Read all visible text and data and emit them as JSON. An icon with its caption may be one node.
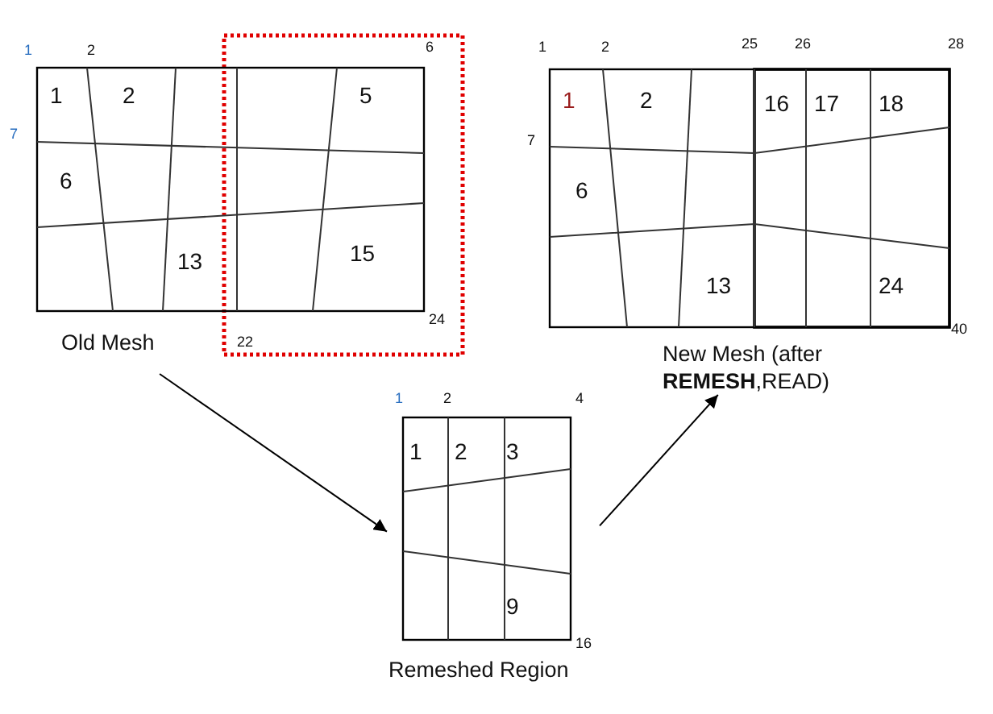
{
  "diagram": {
    "nodes": [
      {
        "text": [
          "Old Mesh",
          "1",
          "2",
          "5",
          "6",
          "13",
          "15"
        ],
        "beside": [
          "1",
          "2",
          "6",
          "7",
          "24",
          "22"
        ]
      },
      {
        "text": [
          "Remeshed Region",
          "1",
          "2",
          "3",
          "9"
        ],
        "beside": [
          "1",
          "2",
          "4",
          "16"
        ]
      },
      {
        "text": [
          "New Mesh (after **REMESH**,READ)",
          "1",
          "2",
          "16",
          "17",
          "18",
          "6",
          "13",
          "24"
        ],
        "beside": [
          "1",
          "2",
          "25",
          "26",
          "28",
          "7",
          "40"
        ]
      }
    ],
    "edges": [
      {
        "from": 0,
        "to": 1,
        "arrow": "to"
      },
      {
        "from": 1,
        "to": 2,
        "arrow": "to"
      }
    ]
  }
}
